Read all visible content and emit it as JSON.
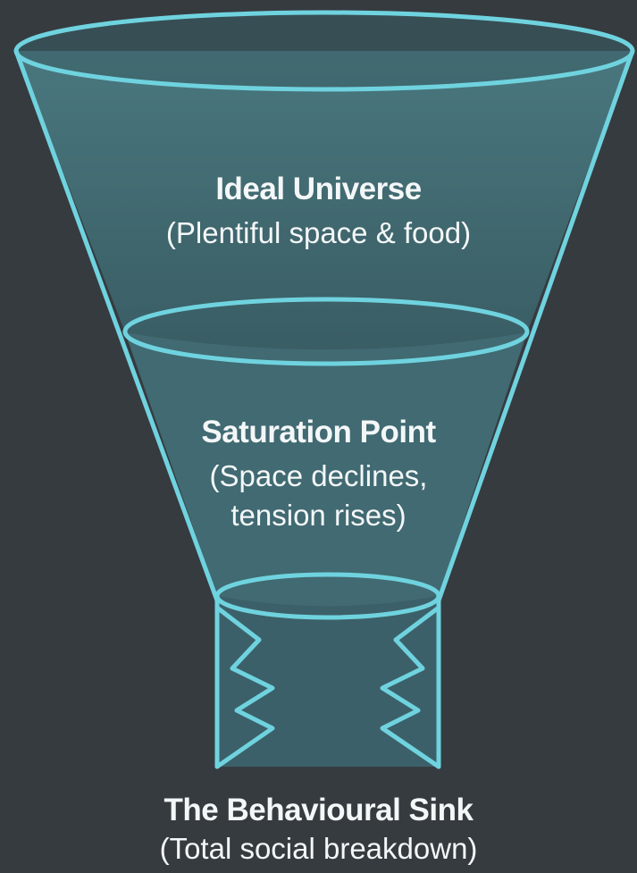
{
  "stages": [
    {
      "title": "Ideal Universe",
      "subtitle_lines": [
        "(Plentiful space & food)"
      ]
    },
    {
      "title": "Saturation Point",
      "subtitle_lines": [
        "(Space declines,",
        "tension rises)"
      ]
    },
    {
      "title": "The Behavioural Sink",
      "subtitle_lines": [
        "(Total social breakdown)"
      ]
    }
  ],
  "colors": {
    "background": "#363b40",
    "outline": "#6fd3df",
    "fill": "#4b7f88"
  }
}
